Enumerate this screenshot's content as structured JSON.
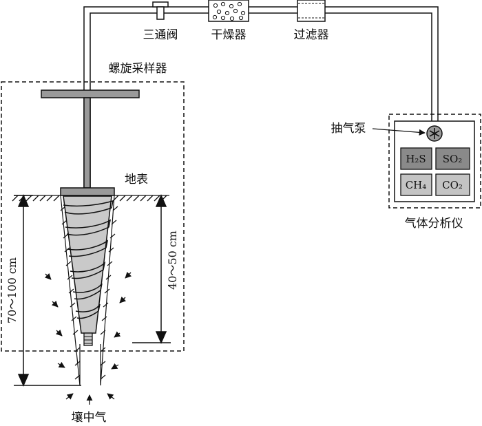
{
  "labels": {
    "three_way_valve": "三通阀",
    "dryer": "干燥器",
    "filter": "过滤器",
    "spiral_sampler": "螺旋采样器",
    "pump": "抽气泵",
    "analyzer": "气体分析仪",
    "ground_surface": "地表",
    "soil_gas": "壤中气",
    "depth_total": "70～100 cm",
    "depth_sampler": "40～50 cm"
  },
  "gases": {
    "h2s": "H₂S",
    "so2": "SO₂",
    "ch4": "CH₄",
    "co2": "CO₂"
  },
  "colors": {
    "line": "#111111",
    "sampler_gray": "#9a9a9a",
    "cone_gray": "#c9c9c9",
    "gas_dark": "#8a8a8a",
    "gas_light": "#c4c4c4"
  }
}
